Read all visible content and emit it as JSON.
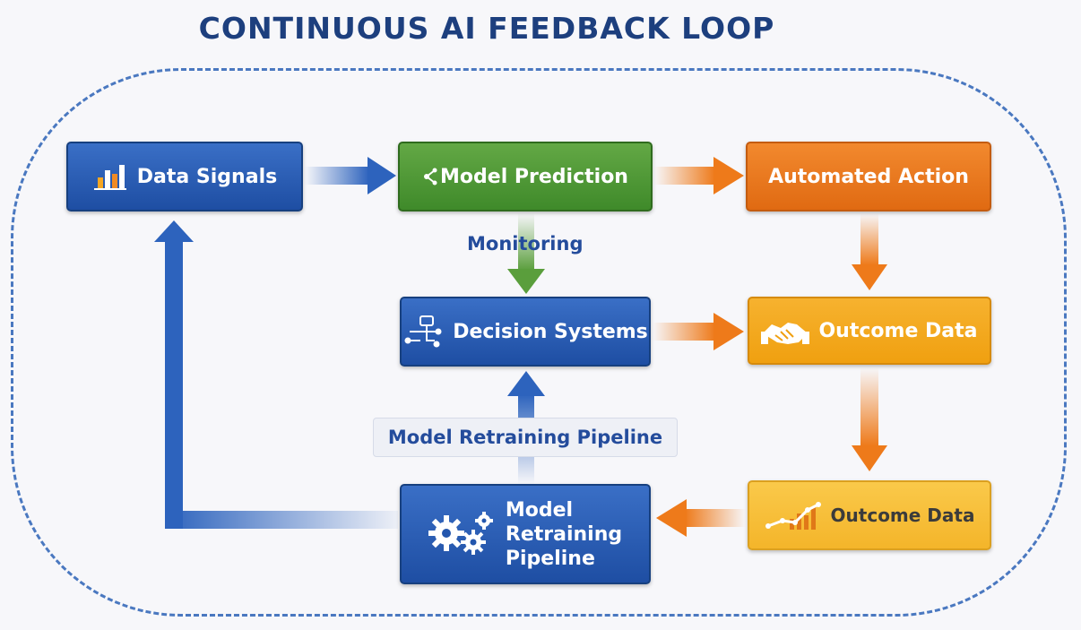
{
  "title": "CONTINUOUS AI FEEDBACK LOOP",
  "nodes": {
    "data_signals": "Data Signals",
    "model_prediction": "Model Prediction",
    "automated_action": "Automated Action",
    "decision_systems": "Decision Systems",
    "outcome_data_1": "Outcome Data",
    "outcome_data_2": "Outcome Data",
    "retraining_1": "Model",
    "retraining_2": "Retraining",
    "retraining_3": "Pipeline"
  },
  "labels": {
    "monitoring": "Monitoring",
    "retraining_pipeline": "Model Retraining Pipeline"
  },
  "icons": [
    "bar-chart-icon",
    "branch-icon",
    "flowchart-icon",
    "handshake-icon",
    "gears-icon",
    "trend-line-icon"
  ],
  "colors": {
    "title": "#1d3f7e",
    "blue": "#2356ad",
    "green": "#4b9434",
    "orange": "#e8761c",
    "gold": "#f3a81f",
    "yellow": "#f7bd3a"
  }
}
